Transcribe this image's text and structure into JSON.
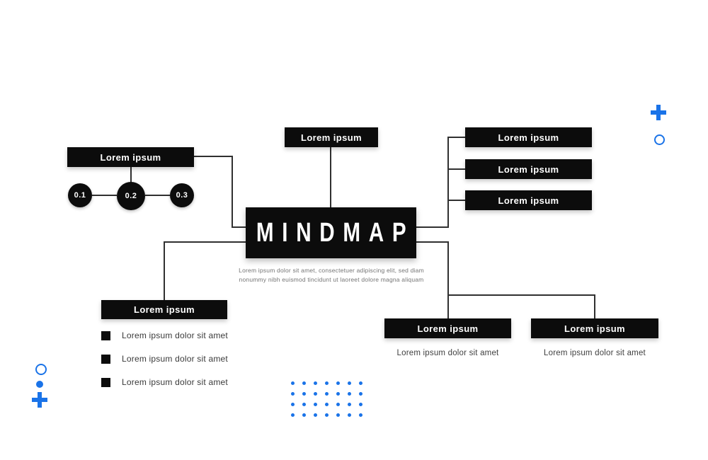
{
  "center": {
    "title": "MINDMAP",
    "subtitle_line1": "Lorem ipsum dolor sit amet, consectetuer adipiscing elit, sed diam",
    "subtitle_line2": "nonummy nibh euismod tincidunt ut laoreet dolore magna aliquam"
  },
  "top_box": {
    "label": "Lorem ipsum"
  },
  "left_box": {
    "label": "Lorem ipsum",
    "circles": [
      {
        "value": "0.1"
      },
      {
        "value": "0.2"
      },
      {
        "value": "0.3"
      }
    ]
  },
  "right_boxes": [
    {
      "label": "Lorem ipsum"
    },
    {
      "label": "Lorem ipsum"
    },
    {
      "label": "Lorem ipsum"
    }
  ],
  "bottom_left": {
    "label": "Lorem ipsum",
    "items": [
      "Lorem ipsum dolor sit amet",
      "Lorem ipsum dolor sit amet",
      "Lorem ipsum dolor sit amet"
    ]
  },
  "bottom_center": {
    "label": "Lorem ipsum",
    "caption": "Lorem ipsum dolor sit amet"
  },
  "bottom_right": {
    "label": "Lorem ipsum",
    "caption": "Lorem ipsum dolor sit amet"
  },
  "colors": {
    "accent_blue": "#1a73e8",
    "node_black": "#0c0c0c",
    "line_gray": "#303030",
    "subtitle_gray": "#757575"
  },
  "decorations": {
    "dot_grid": {
      "rows": 4,
      "cols": 7
    }
  }
}
